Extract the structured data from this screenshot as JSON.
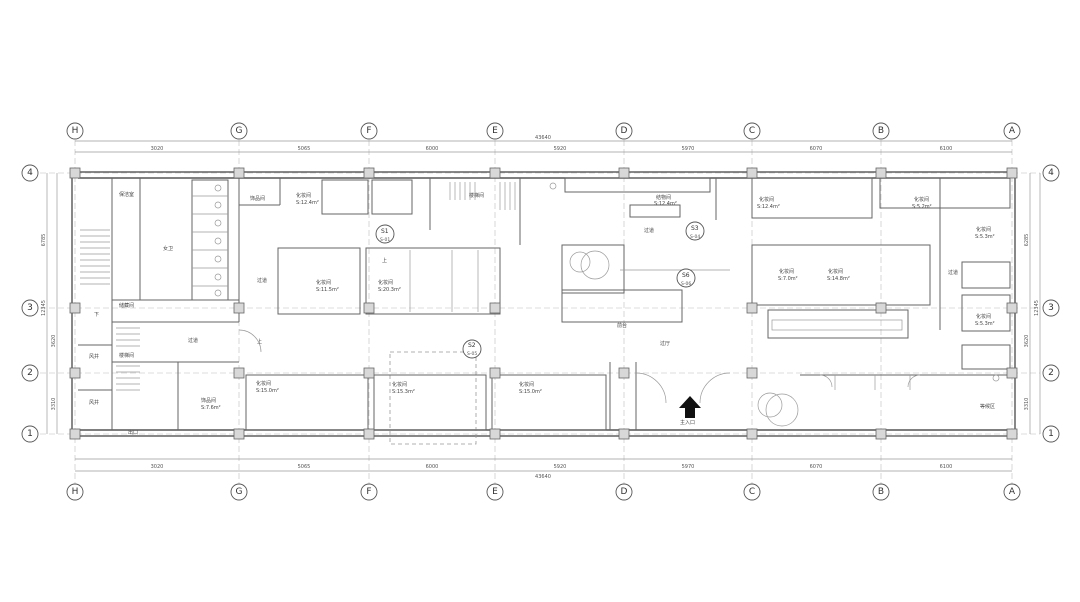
{
  "grid_columns": [
    "H",
    "G",
    "F",
    "E",
    "D",
    "C",
    "B",
    "A"
  ],
  "grid_rows": [
    "4",
    "3",
    "2",
    "1"
  ],
  "top_spans": [
    "3020",
    "5065",
    "6000",
    "5920",
    "5970",
    "6070",
    "6100"
  ],
  "bottom_spans": [
    "3020",
    "5065",
    "6000",
    "5920",
    "5970",
    "6070",
    "6100"
  ],
  "total_length": "43640",
  "total_length_bottom": "43640",
  "left_dims": [
    "6785",
    "12345",
    "3620",
    "3310"
  ],
  "right_dims": [
    "6285",
    "12345",
    "3620",
    "3310"
  ],
  "rooms": {
    "cleaning": "保洁室",
    "public_toilet": "女卫",
    "storage": "储藏间",
    "stair_left": "楼梯间",
    "down": "下",
    "shaft_1": "风井",
    "shaft_2": "风井",
    "exit": "出口",
    "corridor_left": "过道",
    "corridor_2": "过道",
    "up_1": "上",
    "up_2": "上",
    "decor_top": "饰品间",
    "dress_top_g": "化妆间",
    "dress_top_g_area": "S:12.4m²",
    "dress_mid_g": "化妆间",
    "dress_mid_g_area": "S:11.5m²",
    "dress_mid_f": "化妆间",
    "dress_mid_f_area": "S:20.3m²",
    "stair_top": "楼梯间",
    "dress_bot_g": "化妆间",
    "dress_bot_g_area": "S:15.0m²",
    "decor_bot": "饰品间",
    "decor_bot_area": "S:7.6m²",
    "dress_bot_f": "化妆间",
    "dress_bot_f_area": "S:15.3m²",
    "dress_bot_e": "化妆间",
    "dress_bot_e_area": "S:15.0m²",
    "knot_room": "结物间",
    "knot_room_area": "S:12.4m²",
    "corridor_d": "过道",
    "front_desk": "前台",
    "hall": "过厅",
    "entrance": "主入口",
    "dress_top_c": "化妆间",
    "dress_top_c_area": "S:12.4m²",
    "dress_top_b": "化妆间",
    "dress_top_b_area": "S:5.2m²",
    "dress_right_1": "化妆间",
    "dress_right_1_area": "S:5.3m²",
    "corridor_right": "过道",
    "dress_right_2": "化妆间",
    "dress_right_2_area": "S:5.3m²",
    "dress_mid_c": "化妆间",
    "dress_mid_c_area": "S:7.0m²",
    "dress_mid_b": "化妆间",
    "dress_mid_b_area": "S:14.8m²",
    "waiting": "等候区"
  },
  "tags": {
    "s1": "S1",
    "s1_sub": "S-01",
    "s2": "S2",
    "s2_sub": "S-05",
    "s3": "S3",
    "s3_sub": "S-04",
    "s6": "S6",
    "s6_sub": "S-06"
  }
}
